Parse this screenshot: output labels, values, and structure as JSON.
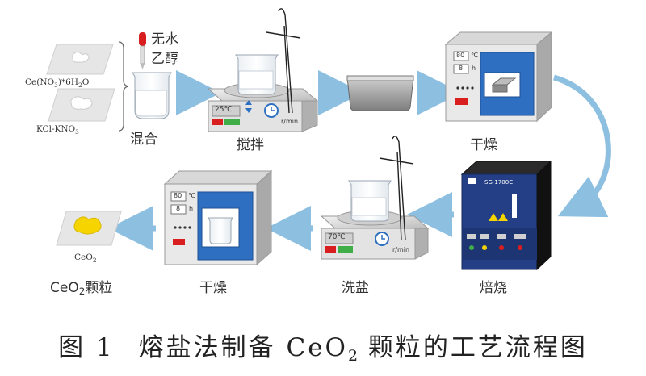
{
  "figure": {
    "caption": {
      "number": "图 1",
      "text_before": "熔盐法制备 CeO",
      "sub": "2",
      "text_after": " 颗粒的工艺流程图"
    }
  },
  "steps": {
    "mix": {
      "label": "混合",
      "dropper_label_1": "无水",
      "dropper_label_2": "乙醇",
      "reagent_1_pre": "Ce(NO",
      "reagent_1_sub1": "3",
      "reagent_1_mid": ")*6H",
      "reagent_1_sub2": "2",
      "reagent_1_post": "O",
      "reagent_2_pre": "KCl-KNO",
      "reagent_2_sub": "3"
    },
    "stir": {
      "label": "搅拌",
      "temp": "25℃",
      "unit": "r/min"
    },
    "dry1": {
      "label": "干燥",
      "temp": "80",
      "temp_unit": "℃",
      "time": "8",
      "time_unit": "h"
    },
    "calcine": {
      "label": "焙烧",
      "brand": "SG-1700C"
    },
    "wash": {
      "label": "洗盐",
      "temp": "70℃",
      "unit": "r/min"
    },
    "dry2": {
      "label": "干燥",
      "temp": "80",
      "temp_unit": "℃",
      "time": "8",
      "time_unit": "h"
    },
    "product": {
      "label_pre": "CeO",
      "label_sub": "2",
      "label_post": "颗粒",
      "card_pre": "CeO",
      "card_sub": "2"
    }
  },
  "colors": {
    "arrow": "#8dbfe0",
    "device_blue": "#2f6fc1",
    "device_gray": "#d8d8d8",
    "red": "#d81e1e",
    "green": "#3fae49",
    "powder": "#f5d400"
  }
}
